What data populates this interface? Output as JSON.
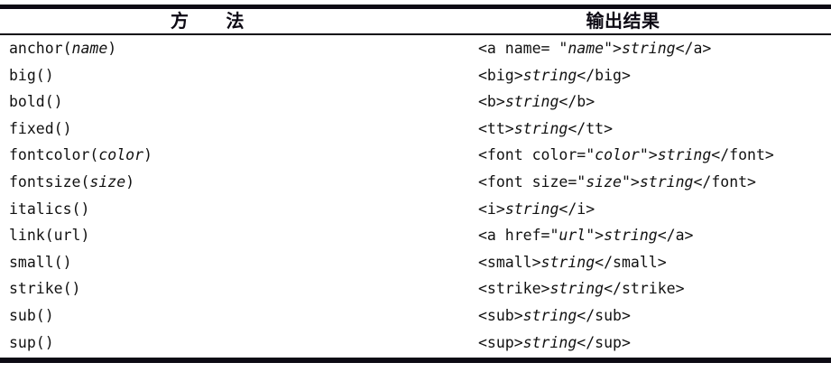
{
  "table": {
    "headers": {
      "method": "方　　法",
      "output": "输出结果"
    },
    "rows": [
      {
        "method_plain": "anchor(name)",
        "method_parts": [
          {
            "t": "anchor(",
            "i": false
          },
          {
            "t": "name",
            "i": true
          },
          {
            "t": ")",
            "i": false
          }
        ],
        "output_plain": "<a name= \"name\">string</a>",
        "output_parts": [
          {
            "t": "<a name= \"",
            "i": false
          },
          {
            "t": "name",
            "i": true
          },
          {
            "t": "\">",
            "i": false
          },
          {
            "t": "string",
            "i": true
          },
          {
            "t": "</a>",
            "i": false
          }
        ]
      },
      {
        "method_plain": "big()",
        "method_parts": [
          {
            "t": "big()",
            "i": false
          }
        ],
        "output_plain": "<big>string</big>",
        "output_parts": [
          {
            "t": "<big>",
            "i": false
          },
          {
            "t": "string",
            "i": true
          },
          {
            "t": "</big>",
            "i": false
          }
        ]
      },
      {
        "method_plain": "bold()",
        "method_parts": [
          {
            "t": "bold()",
            "i": false
          }
        ],
        "output_plain": "<b>string</b>",
        "output_parts": [
          {
            "t": "<b>",
            "i": false
          },
          {
            "t": "string",
            "i": true
          },
          {
            "t": "</b>",
            "i": false
          }
        ]
      },
      {
        "method_plain": "fixed()",
        "method_parts": [
          {
            "t": "fixed()",
            "i": false
          }
        ],
        "output_plain": "<tt>string</tt>",
        "output_parts": [
          {
            "t": "<tt>",
            "i": false
          },
          {
            "t": "string",
            "i": true
          },
          {
            "t": "</tt>",
            "i": false
          }
        ]
      },
      {
        "method_plain": "fontcolor(color)",
        "method_parts": [
          {
            "t": "fontcolor(",
            "i": false
          },
          {
            "t": "color",
            "i": true
          },
          {
            "t": ")",
            "i": false
          }
        ],
        "output_plain": "<font color=\"color\">string</font>",
        "output_parts": [
          {
            "t": "<font color=\"",
            "i": false
          },
          {
            "t": "color",
            "i": true
          },
          {
            "t": "\">",
            "i": false
          },
          {
            "t": "string",
            "i": true
          },
          {
            "t": "</font>",
            "i": false
          }
        ]
      },
      {
        "method_plain": "fontsize(size)",
        "method_parts": [
          {
            "t": "fontsize(",
            "i": false
          },
          {
            "t": "size",
            "i": true
          },
          {
            "t": ")",
            "i": false
          }
        ],
        "output_plain": "<font size=\"size\">string</font>",
        "output_parts": [
          {
            "t": "<font size=\"",
            "i": false
          },
          {
            "t": "size",
            "i": true
          },
          {
            "t": "\">",
            "i": false
          },
          {
            "t": "string",
            "i": true
          },
          {
            "t": "</font>",
            "i": false
          }
        ]
      },
      {
        "method_plain": "italics()",
        "method_parts": [
          {
            "t": "italics()",
            "i": false
          }
        ],
        "output_plain": "<i>string</i>",
        "output_parts": [
          {
            "t": "<i>",
            "i": false
          },
          {
            "t": "string",
            "i": true
          },
          {
            "t": "</i>",
            "i": false
          }
        ]
      },
      {
        "method_plain": "link(url)",
        "method_parts": [
          {
            "t": "link(url)",
            "i": false
          }
        ],
        "output_plain": "<a href=\"url\">string</a>",
        "output_parts": [
          {
            "t": "<a href=\"",
            "i": false
          },
          {
            "t": "url",
            "i": true
          },
          {
            "t": "\">",
            "i": false
          },
          {
            "t": "string",
            "i": true
          },
          {
            "t": "</a>",
            "i": false
          }
        ]
      },
      {
        "method_plain": "small()",
        "method_parts": [
          {
            "t": "small()",
            "i": false
          }
        ],
        "output_plain": "<small>string</small>",
        "output_parts": [
          {
            "t": "<small>",
            "i": false
          },
          {
            "t": "string",
            "i": true
          },
          {
            "t": "</small>",
            "i": false
          }
        ]
      },
      {
        "method_plain": "strike()",
        "method_parts": [
          {
            "t": "strike()",
            "i": false
          }
        ],
        "output_plain": "<strike>string</strike>",
        "output_parts": [
          {
            "t": "<strike>",
            "i": false
          },
          {
            "t": "string",
            "i": true
          },
          {
            "t": "</strike>",
            "i": false
          }
        ]
      },
      {
        "method_plain": "sub()",
        "method_parts": [
          {
            "t": "sub()",
            "i": false
          }
        ],
        "output_plain": "<sub>string</sub>",
        "output_parts": [
          {
            "t": "<sub>",
            "i": false
          },
          {
            "t": "string",
            "i": true
          },
          {
            "t": "</sub>",
            "i": false
          }
        ]
      },
      {
        "method_plain": "sup()",
        "method_parts": [
          {
            "t": "sup()",
            "i": false
          }
        ],
        "output_plain": "<sup>string</sup>",
        "output_parts": [
          {
            "t": "<sup>",
            "i": false
          },
          {
            "t": "string",
            "i": true
          },
          {
            "t": "</sup>",
            "i": false
          }
        ]
      }
    ]
  },
  "style": {
    "rule_color": "#0d0a14",
    "text_color": "#111111",
    "background": "#ffffff"
  }
}
